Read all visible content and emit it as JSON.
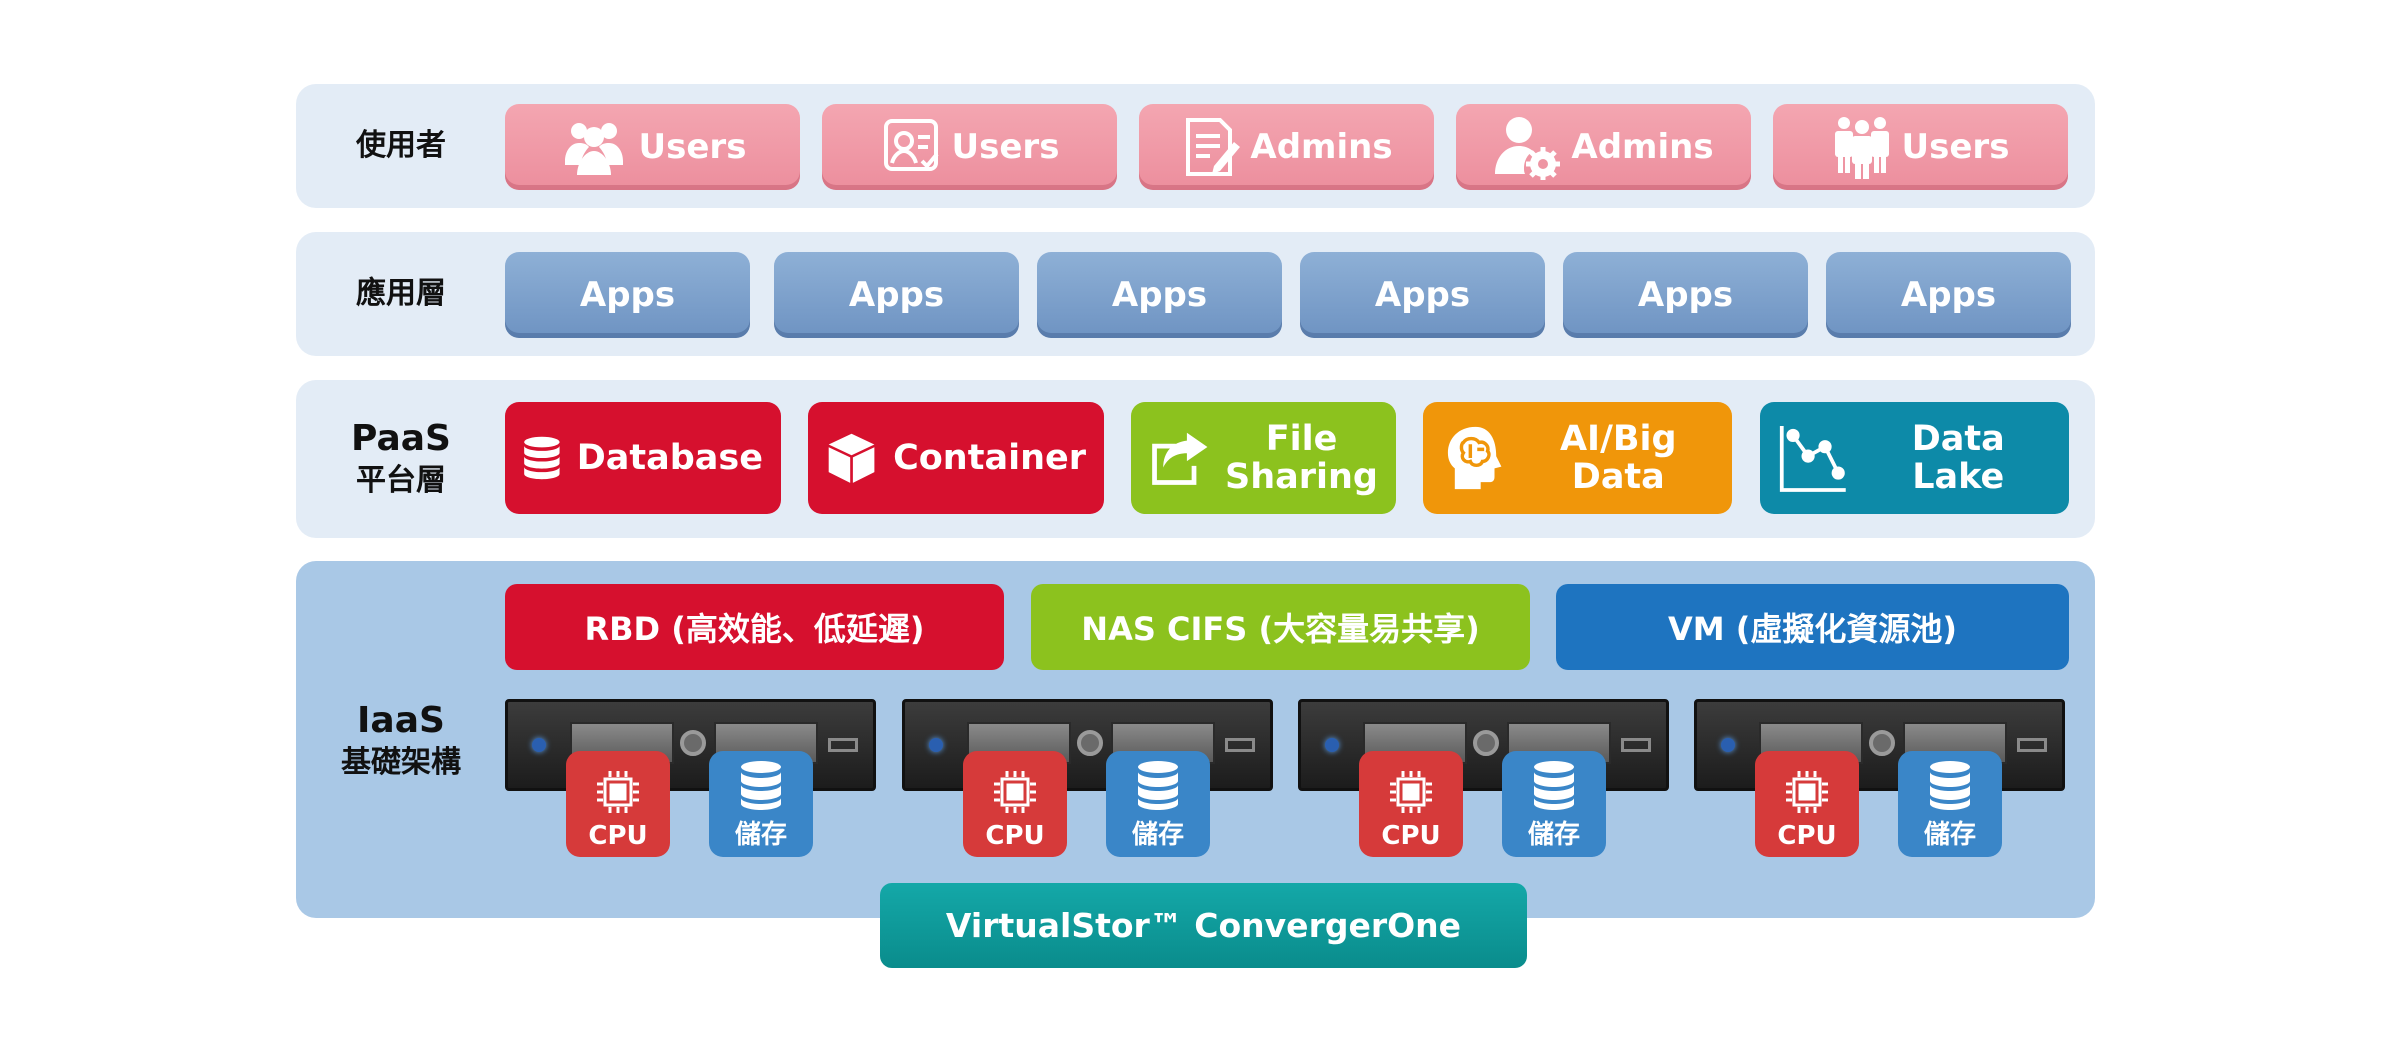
{
  "layers": {
    "users": {
      "label": "使用者",
      "items": [
        {
          "label": "Users",
          "icon": "users-group-icon"
        },
        {
          "label": "Users",
          "icon": "user-card-icon"
        },
        {
          "label": "Admins",
          "icon": "document-edit-icon"
        },
        {
          "label": "Admins",
          "icon": "user-gear-icon"
        },
        {
          "label": "Users",
          "icon": "people-icon"
        }
      ]
    },
    "apps": {
      "label": "應用層",
      "items": [
        "Apps",
        "Apps",
        "Apps",
        "Apps",
        "Apps",
        "Apps"
      ]
    },
    "paas": {
      "label_line1": "PaaS",
      "label_line2": "平台層",
      "items": [
        {
          "label": "Database",
          "color": "#d6102e",
          "icon": "database-icon"
        },
        {
          "label": "Container",
          "color": "#d6102e",
          "icon": "cube-icon"
        },
        {
          "label_line1": "File",
          "label_line2": "Sharing",
          "color": "#8cc21e",
          "icon": "share-icon"
        },
        {
          "label": "AI/Big Data",
          "color": "#f0960a",
          "icon": "brain-head-icon"
        },
        {
          "label": "Data Lake",
          "color": "#0d8aa8",
          "icon": "data-graph-icon"
        }
      ]
    },
    "iaas": {
      "label_line1": "IaaS",
      "label_line2": "基礎架構",
      "services": [
        {
          "label": "RBD (高效能、低延遲)",
          "color": "#d6102e"
        },
        {
          "label": "NAS CIFS (大容量易共享)",
          "color": "#8cc21e"
        },
        {
          "label": "VM (虛擬化資源池)",
          "color": "#1e74c0"
        }
      ],
      "nodes": [
        {
          "cpu": "CPU",
          "storage": "儲存"
        },
        {
          "cpu": "CPU",
          "storage": "儲存"
        },
        {
          "cpu": "CPU",
          "storage": "儲存"
        },
        {
          "cpu": "CPU",
          "storage": "儲存"
        }
      ]
    }
  },
  "footer": "VirtualStor™ ConvergerOne"
}
